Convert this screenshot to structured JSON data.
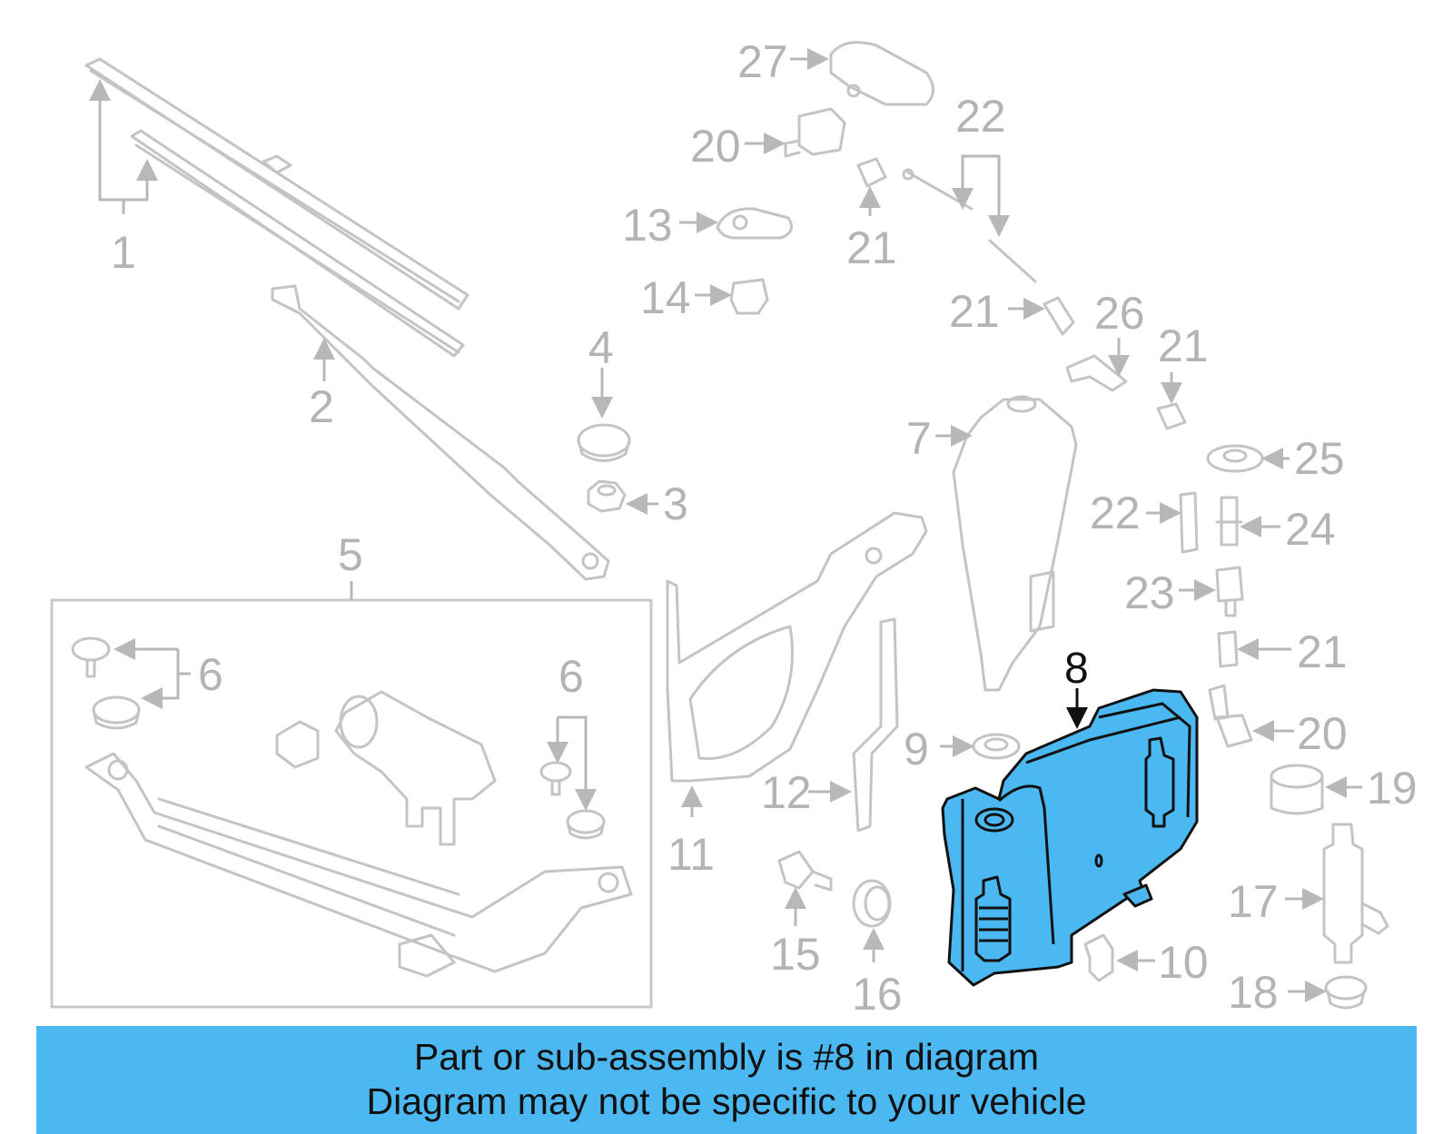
{
  "highlight_color": "#4cb8f1",
  "callouts": {
    "c1": "1",
    "c2": "2",
    "c3": "3",
    "c4": "4",
    "c5": "5",
    "c6a": "6",
    "c6b": "6",
    "c7": "7",
    "c8": "8",
    "c9": "9",
    "c10": "10",
    "c11": "11",
    "c12": "12",
    "c13": "13",
    "c14": "14",
    "c15": "15",
    "c16": "16",
    "c17": "17",
    "c18": "18",
    "c19": "19",
    "c20a": "20",
    "c20b": "20",
    "c21a": "21",
    "c21b": "21",
    "c21c": "21",
    "c21d": "21",
    "c22a": "22",
    "c22b": "22",
    "c23": "23",
    "c24": "24",
    "c25": "25",
    "c26": "26",
    "c27": "27"
  },
  "banner": {
    "line1": "Part or sub-assembly is #8 in diagram",
    "line2": "Diagram may not be specific to your vehicle"
  }
}
